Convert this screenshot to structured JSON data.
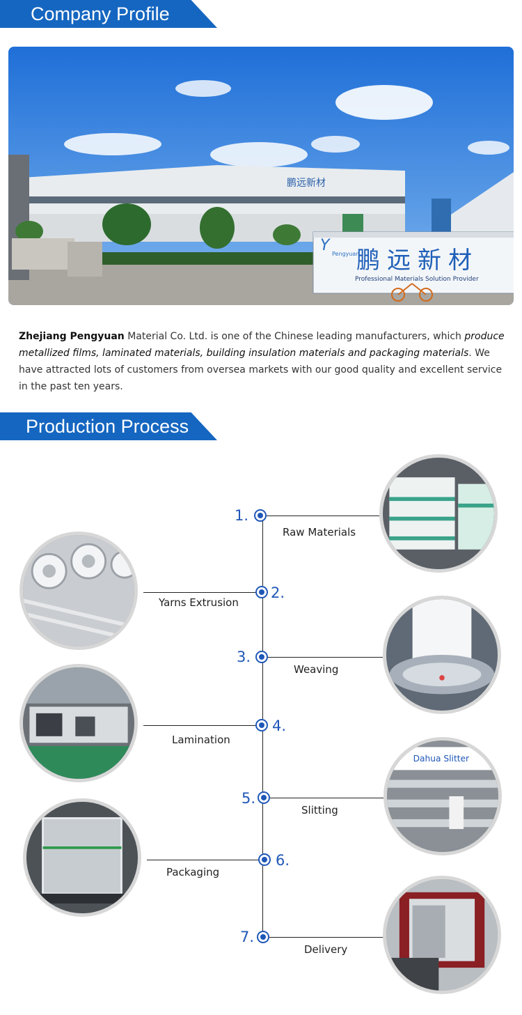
{
  "sections": {
    "company_profile": "Company Profile",
    "production_process": "Production Process"
  },
  "photo": {
    "sign_chinese": "鹏远新材",
    "sign_brand": "Pengyuan",
    "sign_subtitle": "Professional Materials Solution Provider"
  },
  "intro": {
    "company": "Zhejiang Pengyuan",
    "text1": " Material Co. Ltd. is one of the Chinese leading manufacturers, which ",
    "italic": "produce metallized films, laminated materials, building insulation materials and packaging materials",
    "text2": ". We have attracted lots of customers from oversea markets with our good quality and excellent service in the past ten years."
  },
  "steps": [
    {
      "num": "1.",
      "label": "Raw Materials"
    },
    {
      "num": "2.",
      "label": "Yarns Extrusion"
    },
    {
      "num": "3.",
      "label": "Weaving"
    },
    {
      "num": "4.",
      "label": "Lamination"
    },
    {
      "num": "5.",
      "label": "Slitting"
    },
    {
      "num": "6.",
      "label": "Packaging"
    },
    {
      "num": "7.",
      "label": "Delivery"
    }
  ],
  "slitter_sign": "Dahua Slitter",
  "colors": {
    "accent": "#1566c0",
    "node": "#1f57b8"
  }
}
